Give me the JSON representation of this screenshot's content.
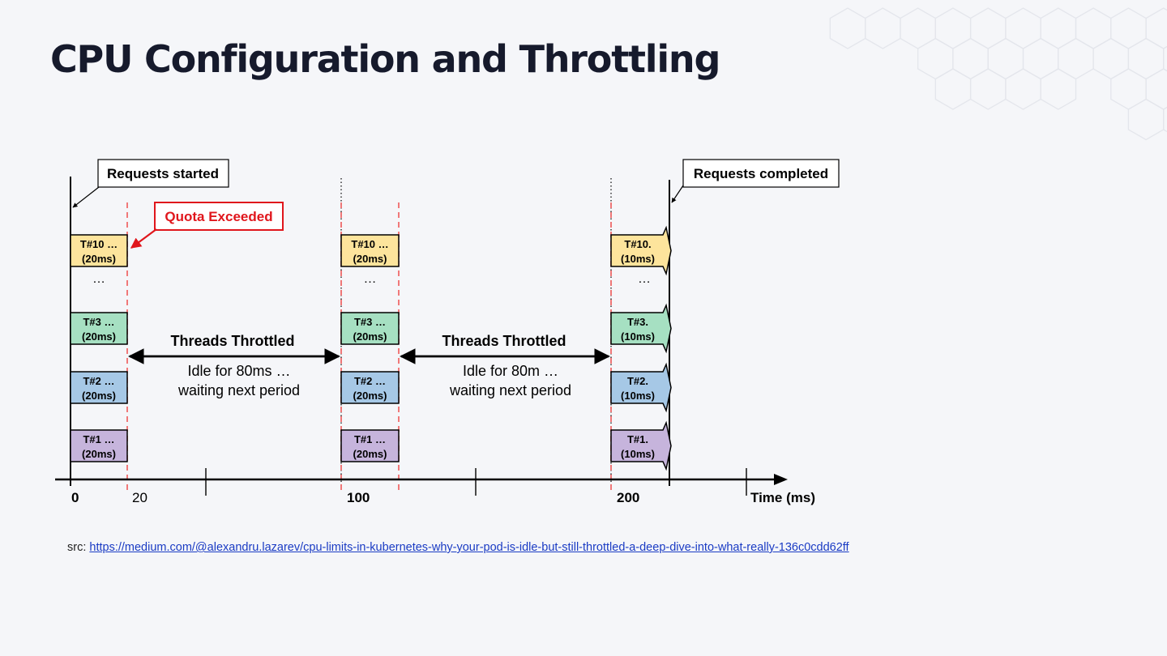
{
  "title": "CPU Configuration and Throttling",
  "callouts": {
    "requests_started": "Requests started",
    "quota_exceeded": "Quota Exceeded",
    "requests_completed": "Requests completed"
  },
  "colors": {
    "title": "#161a2c",
    "quota": "#e0161c",
    "t10": "#fde49c",
    "t3": "#a6e0c2",
    "t2": "#a6c8e6",
    "t1": "#c6b4dc",
    "dash": "#f06b6b",
    "link": "#1a3bc4"
  },
  "periods": [
    {
      "threads": [
        {
          "label": "T#10 …",
          "duration": "(20ms)"
        },
        {
          "label": "T#3 …",
          "duration": "(20ms)"
        },
        {
          "label": "T#2 …",
          "duration": "(20ms)"
        },
        {
          "label": "T#1 …",
          "duration": "(20ms)"
        }
      ],
      "ellipsis": "…"
    },
    {
      "threads": [
        {
          "label": "T#10 …",
          "duration": "(20ms)"
        },
        {
          "label": "T#3 …",
          "duration": "(20ms)"
        },
        {
          "label": "T#2 …",
          "duration": "(20ms)"
        },
        {
          "label": "T#1 …",
          "duration": "(20ms)"
        }
      ],
      "ellipsis": "…"
    },
    {
      "threads": [
        {
          "label": "T#10.",
          "duration": "(10ms)"
        },
        {
          "label": "T#3.",
          "duration": "(10ms)"
        },
        {
          "label": "T#2.",
          "duration": "(10ms)"
        },
        {
          "label": "T#1.",
          "duration": "(10ms)"
        }
      ],
      "ellipsis": "…"
    }
  ],
  "throttles": [
    {
      "heading": "Threads Throttled",
      "line1": "Idle for 80ms …",
      "line2": "waiting next period"
    },
    {
      "heading": "Threads Throttled",
      "line1": "Idle for 80m …",
      "line2": "waiting next period"
    }
  ],
  "axis": {
    "ticks": [
      "0",
      "20",
      "100",
      "200"
    ],
    "label": "Time (ms)"
  },
  "source": {
    "prefix": "src: ",
    "url": "https://medium.com/@alexandru.lazarev/cpu-limits-in-kubernetes-why-your-pod-is-idle-but-still-throttled-a-deep-dive-into-what-really-136c0cdd62ff"
  }
}
